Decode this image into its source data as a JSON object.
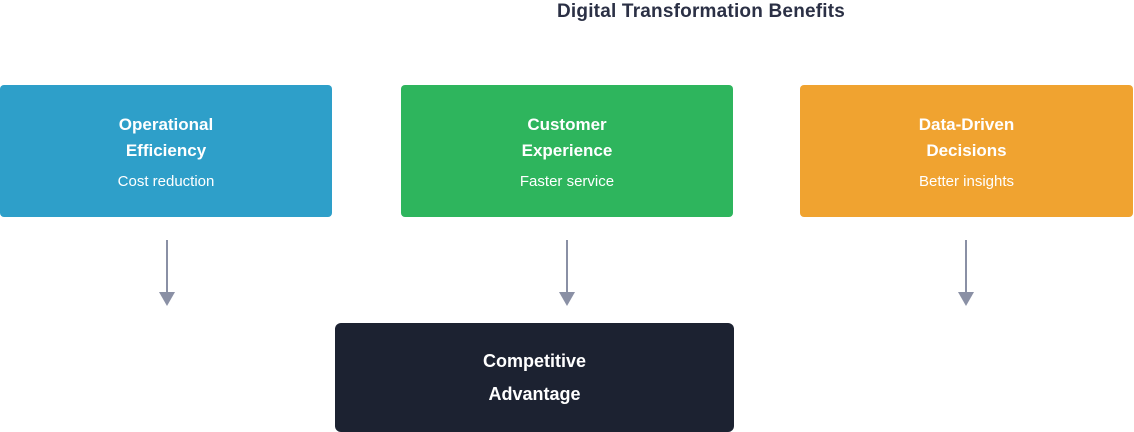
{
  "title": "Digital Transformation Benefits",
  "boxes": [
    {
      "id": "operational-efficiency",
      "title_line1": "Operational",
      "title_line2": "Efficiency",
      "subtitle": "Cost reduction",
      "color": "#2e9fc9"
    },
    {
      "id": "customer-experience",
      "title_line1": "Customer",
      "title_line2": "Experience",
      "subtitle": "Faster service",
      "color": "#2eb55d"
    },
    {
      "id": "data-driven-decisions",
      "title_line1": "Data-Driven",
      "title_line2": "Decisions",
      "subtitle": "Better insights",
      "color": "#f0a330"
    }
  ],
  "result_box": {
    "title_line1": "Competitive",
    "title_line2": "Advantage",
    "color": "#1c2231"
  },
  "colors": {
    "arrow": "#8a90a5",
    "title_text": "#2b3045",
    "node_text": "#ffffff"
  }
}
